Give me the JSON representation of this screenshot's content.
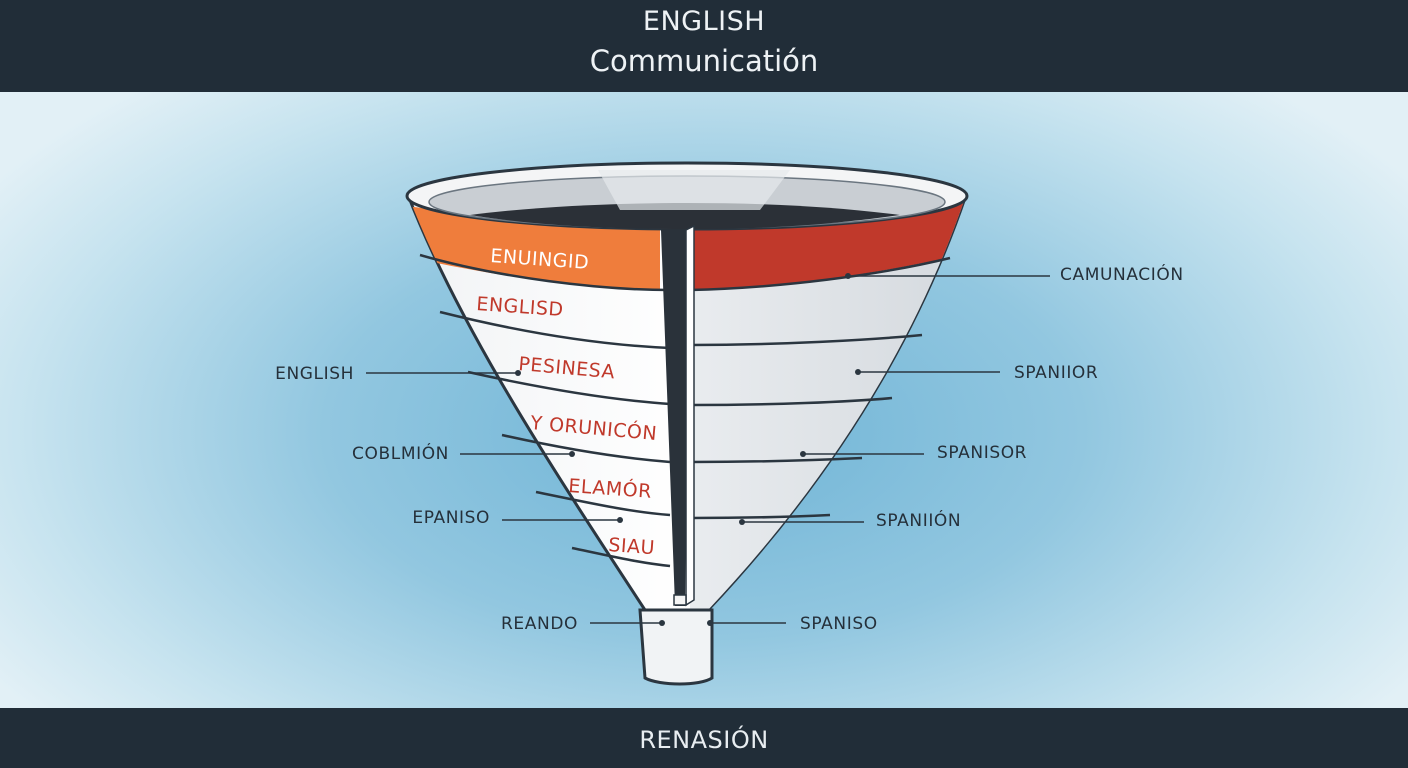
{
  "header": {
    "line1": "ENGLISH",
    "line2": "Communicatión"
  },
  "funnel": {
    "band_labels": [
      "ENUINGID",
      "ENGLISD",
      "PESINESA",
      "Y ORUNICÓN",
      "ELAMÓR",
      "SIAU"
    ],
    "left_callouts": [
      "ENGLISH",
      "COBLMIÓN",
      "EPANISO",
      "REANDO"
    ],
    "right_callouts": [
      "CAMUNACIÓN",
      "SPANIIOR",
      "SPANISOR",
      "SPANIIÓN",
      "SPANISO"
    ],
    "colors": {
      "top_left": "#ef7d3c",
      "top_right": "#c0392b",
      "label_red": "#c0392b"
    }
  },
  "footer": {
    "text": "RENASIÓN"
  }
}
